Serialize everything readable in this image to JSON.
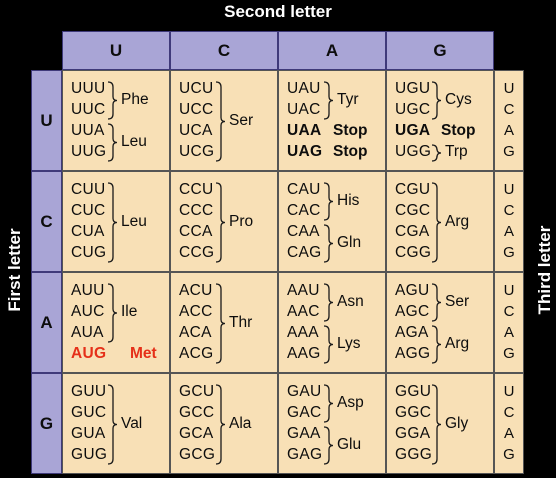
{
  "titles": {
    "second": "Second letter",
    "first": "First letter",
    "third": "Third letter"
  },
  "second_letters": [
    "U",
    "C",
    "A",
    "G"
  ],
  "first_letters": [
    "U",
    "C",
    "A",
    "G"
  ],
  "third_letters": [
    "U",
    "C",
    "A",
    "G"
  ],
  "highlight_colors": {
    "start": "#e53019"
  },
  "cells": [
    [
      {
        "codons": [
          "UUU",
          "UUC",
          "UUA",
          "UUG"
        ],
        "groups": [
          {
            "label": "Phe",
            "rows": [
              0,
              1
            ]
          },
          {
            "label": "Leu",
            "rows": [
              2,
              3
            ]
          }
        ]
      },
      {
        "codons": [
          "UCU",
          "UCC",
          "UCA",
          "UCG"
        ],
        "groups": [
          {
            "label": "Ser",
            "rows": [
              0,
              1,
              2,
              3
            ]
          }
        ]
      },
      {
        "codons": [
          "UAU",
          "UAC",
          "UAA",
          "UAG"
        ],
        "groups": [
          {
            "label": "Tyr",
            "rows": [
              0,
              1
            ]
          },
          {
            "label": "Stop",
            "rows": [
              2
            ],
            "style": "bold"
          },
          {
            "label": "Stop",
            "rows": [
              3
            ],
            "style": "bold"
          }
        ],
        "codon_styles": [
          "",
          "",
          "bold",
          "bold"
        ]
      },
      {
        "codons": [
          "UGU",
          "UGC",
          "UGA",
          "UGG"
        ],
        "groups": [
          {
            "label": "Cys",
            "rows": [
              0,
              1
            ]
          },
          {
            "label": "Stop",
            "rows": [
              2
            ],
            "style": "bold"
          },
          {
            "label": "Trp",
            "rows": [
              3
            ]
          }
        ],
        "codon_styles": [
          "",
          "",
          "bold",
          ""
        ]
      }
    ],
    [
      {
        "codons": [
          "CUU",
          "CUC",
          "CUA",
          "CUG"
        ],
        "groups": [
          {
            "label": "Leu",
            "rows": [
              0,
              1,
              2,
              3
            ]
          }
        ]
      },
      {
        "codons": [
          "CCU",
          "CCC",
          "CCA",
          "CCG"
        ],
        "groups": [
          {
            "label": "Pro",
            "rows": [
              0,
              1,
              2,
              3
            ]
          }
        ]
      },
      {
        "codons": [
          "CAU",
          "CAC",
          "CAA",
          "CAG"
        ],
        "groups": [
          {
            "label": "His",
            "rows": [
              0,
              1
            ]
          },
          {
            "label": "Gln",
            "rows": [
              2,
              3
            ]
          }
        ]
      },
      {
        "codons": [
          "CGU",
          "CGC",
          "CGA",
          "CGG"
        ],
        "groups": [
          {
            "label": "Arg",
            "rows": [
              0,
              1,
              2,
              3
            ]
          }
        ]
      }
    ],
    [
      {
        "codons": [
          "AUU",
          "AUC",
          "AUA",
          "AUG"
        ],
        "groups": [
          {
            "label": "Ile",
            "rows": [
              0,
              1,
              2
            ]
          },
          {
            "label": "Met",
            "rows": [
              3
            ],
            "style": "red"
          }
        ],
        "codon_styles": [
          "",
          "",
          "",
          "red"
        ]
      },
      {
        "codons": [
          "ACU",
          "ACC",
          "ACA",
          "ACG"
        ],
        "groups": [
          {
            "label": "Thr",
            "rows": [
              0,
              1,
              2,
              3
            ]
          }
        ]
      },
      {
        "codons": [
          "AAU",
          "AAC",
          "AAA",
          "AAG"
        ],
        "groups": [
          {
            "label": "Asn",
            "rows": [
              0,
              1
            ]
          },
          {
            "label": "Lys",
            "rows": [
              2,
              3
            ]
          }
        ]
      },
      {
        "codons": [
          "AGU",
          "AGC",
          "AGA",
          "AGG"
        ],
        "groups": [
          {
            "label": "Ser",
            "rows": [
              0,
              1
            ]
          },
          {
            "label": "Arg",
            "rows": [
              2,
              3
            ]
          }
        ]
      }
    ],
    [
      {
        "codons": [
          "GUU",
          "GUC",
          "GUA",
          "GUG"
        ],
        "groups": [
          {
            "label": "Val",
            "rows": [
              0,
              1,
              2,
              3
            ]
          }
        ]
      },
      {
        "codons": [
          "GCU",
          "GCC",
          "GCA",
          "GCG"
        ],
        "groups": [
          {
            "label": "Ala",
            "rows": [
              0,
              1,
              2,
              3
            ]
          }
        ]
      },
      {
        "codons": [
          "GAU",
          "GAC",
          "GAA",
          "GAG"
        ],
        "groups": [
          {
            "label": "Asp",
            "rows": [
              0,
              1
            ]
          },
          {
            "label": "Glu",
            "rows": [
              2,
              3
            ]
          }
        ]
      },
      {
        "codons": [
          "GGU",
          "GGC",
          "GGA",
          "GGG"
        ],
        "groups": [
          {
            "label": "Gly",
            "rows": [
              0,
              1,
              2,
              3
            ]
          }
        ]
      }
    ]
  ]
}
